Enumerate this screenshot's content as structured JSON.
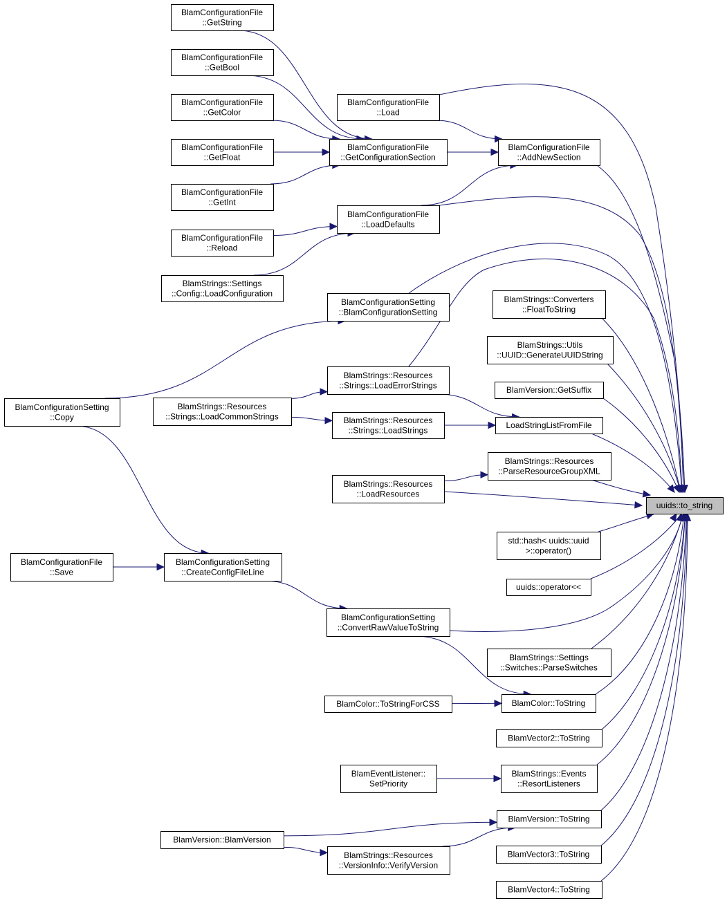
{
  "title": "",
  "colors": {
    "edge": "#191970",
    "root_fill": "#bfbfbf",
    "node_fill": "#ffffff",
    "node_border": "#000000"
  },
  "nodes": [
    {
      "id": "n0",
      "lines": [
        "uuids::to_string"
      ],
      "root": true
    },
    {
      "id": "n1",
      "lines": [
        "BlamConfigurationFile",
        "::GetString"
      ]
    },
    {
      "id": "n2",
      "lines": [
        "BlamConfigurationFile",
        "::GetBool"
      ]
    },
    {
      "id": "n3",
      "lines": [
        "BlamConfigurationFile",
        "::GetColor"
      ]
    },
    {
      "id": "n4",
      "lines": [
        "BlamConfigurationFile",
        "::GetFloat"
      ]
    },
    {
      "id": "n5",
      "lines": [
        "BlamConfigurationFile",
        "::GetInt"
      ]
    },
    {
      "id": "n6",
      "lines": [
        "BlamConfigurationFile",
        "::Reload"
      ]
    },
    {
      "id": "n7",
      "lines": [
        "BlamStrings::Settings",
        "::Config::LoadConfiguration"
      ]
    },
    {
      "id": "n8",
      "lines": [
        "BlamConfigurationFile",
        "::Load"
      ]
    },
    {
      "id": "n9",
      "lines": [
        "BlamConfigurationFile",
        "::GetConfigurationSection"
      ]
    },
    {
      "id": "n10",
      "lines": [
        "BlamConfigurationFile",
        "::AddNewSection"
      ]
    },
    {
      "id": "n11",
      "lines": [
        "BlamConfigurationFile",
        "::LoadDefaults"
      ]
    },
    {
      "id": "n12",
      "lines": [
        "BlamConfigurationSetting",
        "::BlamConfigurationSetting"
      ]
    },
    {
      "id": "n13",
      "lines": [
        "BlamStrings::Converters",
        "::FloatToString"
      ]
    },
    {
      "id": "n14",
      "lines": [
        "BlamStrings::Utils",
        "::UUID::GenerateUUIDString"
      ]
    },
    {
      "id": "n15",
      "lines": [
        "BlamStrings::Resources",
        "::Strings::LoadErrorStrings"
      ]
    },
    {
      "id": "n16",
      "lines": [
        "BlamVersion::GetSuffix"
      ]
    },
    {
      "id": "n17",
      "lines": [
        "BlamConfigurationSetting",
        "::Copy"
      ]
    },
    {
      "id": "n18",
      "lines": [
        "BlamStrings::Resources",
        "::Strings::LoadCommonStrings"
      ]
    },
    {
      "id": "n19",
      "lines": [
        "BlamStrings::Resources",
        "::Strings::LoadStrings"
      ]
    },
    {
      "id": "n20",
      "lines": [
        "LoadStringListFromFile"
      ]
    },
    {
      "id": "n21",
      "lines": [
        "BlamStrings::Resources",
        "::ParseResourceGroupXML"
      ]
    },
    {
      "id": "n22",
      "lines": [
        "BlamStrings::Resources",
        "::LoadResources"
      ]
    },
    {
      "id": "n23",
      "lines": [
        "std::hash< uuids::uuid",
        " >::operator()"
      ]
    },
    {
      "id": "n24",
      "lines": [
        "BlamConfigurationFile",
        "::Save"
      ]
    },
    {
      "id": "n25",
      "lines": [
        "BlamConfigurationSetting",
        "::CreateConfigFileLine"
      ]
    },
    {
      "id": "n26",
      "lines": [
        "uuids::operator<<"
      ]
    },
    {
      "id": "n27",
      "lines": [
        "BlamConfigurationSetting",
        "::ConvertRawValueToString"
      ]
    },
    {
      "id": "n28",
      "lines": [
        "BlamStrings::Settings",
        "::Switches::ParseSwitches"
      ]
    },
    {
      "id": "n29",
      "lines": [
        "BlamColor::ToStringForCSS"
      ]
    },
    {
      "id": "n30",
      "lines": [
        "BlamColor::ToString"
      ]
    },
    {
      "id": "n31",
      "lines": [
        "BlamVector2::ToString"
      ]
    },
    {
      "id": "n32",
      "lines": [
        "BlamEventListener::",
        "SetPriority"
      ]
    },
    {
      "id": "n33",
      "lines": [
        "BlamStrings::Events",
        "::ResortListeners"
      ]
    },
    {
      "id": "n34",
      "lines": [
        "BlamVersion::ToString"
      ]
    },
    {
      "id": "n35",
      "lines": [
        "BlamVersion::BlamVersion"
      ]
    },
    {
      "id": "n36",
      "lines": [
        "BlamStrings::Resources",
        "::VersionInfo::VerifyVersion"
      ]
    },
    {
      "id": "n37",
      "lines": [
        "BlamVector3::ToString"
      ]
    },
    {
      "id": "n38",
      "lines": [
        "BlamVector4::ToString"
      ]
    }
  ],
  "edges": [
    {
      "from": "n1",
      "to": "n9"
    },
    {
      "from": "n2",
      "to": "n9"
    },
    {
      "from": "n3",
      "to": "n9"
    },
    {
      "from": "n4",
      "to": "n9"
    },
    {
      "from": "n5",
      "to": "n9"
    },
    {
      "from": "n6",
      "to": "n11"
    },
    {
      "from": "n7",
      "to": "n11"
    },
    {
      "from": "n8",
      "to": "n10"
    },
    {
      "from": "n8",
      "to": "n0"
    },
    {
      "from": "n9",
      "to": "n10"
    },
    {
      "from": "n11",
      "to": "n10"
    },
    {
      "from": "n10",
      "to": "n0"
    },
    {
      "from": "n11",
      "to": "n0"
    },
    {
      "from": "n12",
      "to": "n0"
    },
    {
      "from": "n17",
      "to": "n12"
    },
    {
      "from": "n15",
      "to": "n0"
    },
    {
      "from": "n13",
      "to": "n0"
    },
    {
      "from": "n14",
      "to": "n0"
    },
    {
      "from": "n16",
      "to": "n0"
    },
    {
      "from": "n15",
      "to": "n20"
    },
    {
      "from": "n18",
      "to": "n15"
    },
    {
      "from": "n18",
      "to": "n19"
    },
    {
      "from": "n19",
      "to": "n20"
    },
    {
      "from": "n20",
      "to": "n0"
    },
    {
      "from": "n22",
      "to": "n21"
    },
    {
      "from": "n21",
      "to": "n0"
    },
    {
      "from": "n22",
      "to": "n0"
    },
    {
      "from": "n23",
      "to": "n0"
    },
    {
      "from": "n17",
      "to": "n25"
    },
    {
      "from": "n24",
      "to": "n25"
    },
    {
      "from": "n25",
      "to": "n27"
    },
    {
      "from": "n26",
      "to": "n0"
    },
    {
      "from": "n27",
      "to": "n0"
    },
    {
      "from": "n27",
      "to": "n30"
    },
    {
      "from": "n28",
      "to": "n0"
    },
    {
      "from": "n29",
      "to": "n30"
    },
    {
      "from": "n30",
      "to": "n0"
    },
    {
      "from": "n31",
      "to": "n0"
    },
    {
      "from": "n32",
      "to": "n33"
    },
    {
      "from": "n33",
      "to": "n0"
    },
    {
      "from": "n34",
      "to": "n0"
    },
    {
      "from": "n35",
      "to": "n34"
    },
    {
      "from": "n35",
      "to": "n36"
    },
    {
      "from": "n36",
      "to": "n34"
    },
    {
      "from": "n37",
      "to": "n0"
    },
    {
      "from": "n38",
      "to": "n0"
    }
  ]
}
